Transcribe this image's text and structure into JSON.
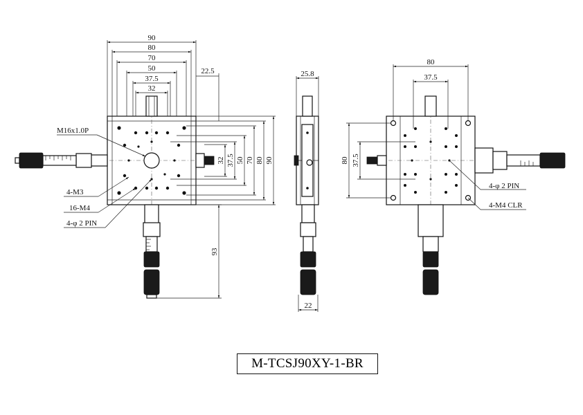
{
  "title": "M-TCSJ90XY-1-BR",
  "top_view": {
    "dims_horizontal": [
      "90",
      "80",
      "70",
      "50",
      "37.5",
      "32"
    ],
    "dim_right_offset": "22.5",
    "dims_vertical": [
      "32",
      "37.5",
      "50",
      "70",
      "80",
      "90"
    ],
    "dim_micrometer": "93",
    "callouts": [
      "M16x1.0P",
      "4-M3",
      "16-M4",
      "4-φ 2 PIN"
    ]
  },
  "side_view": {
    "dim_top": "25.8",
    "dim_bottom": "22"
  },
  "bottom_view": {
    "dims_horizontal": [
      "80",
      "37.5"
    ],
    "dims_vertical": [
      "80",
      "37.5"
    ],
    "callouts": [
      "4-φ 2 PIN",
      "4-M4 CLR"
    ]
  }
}
